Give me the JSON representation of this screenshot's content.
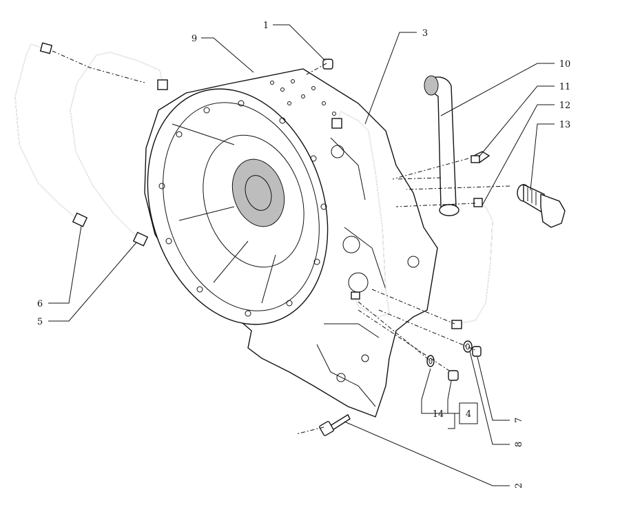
{
  "callouts": [
    {
      "id": "c1",
      "text": "1"
    },
    {
      "id": "c2",
      "text": "2"
    },
    {
      "id": "c3",
      "text": "3"
    },
    {
      "id": "c5",
      "text": "5"
    },
    {
      "id": "c6",
      "text": "6"
    },
    {
      "id": "c7",
      "text": "7"
    },
    {
      "id": "c8",
      "text": "8"
    },
    {
      "id": "c9",
      "text": "9"
    },
    {
      "id": "c10",
      "text": "10"
    },
    {
      "id": "c11",
      "text": "11"
    },
    {
      "id": "c12",
      "text": "12"
    },
    {
      "id": "c13",
      "text": "13"
    },
    {
      "id": "c14",
      "text": "14"
    }
  ],
  "kit_box": {
    "text": "4"
  }
}
